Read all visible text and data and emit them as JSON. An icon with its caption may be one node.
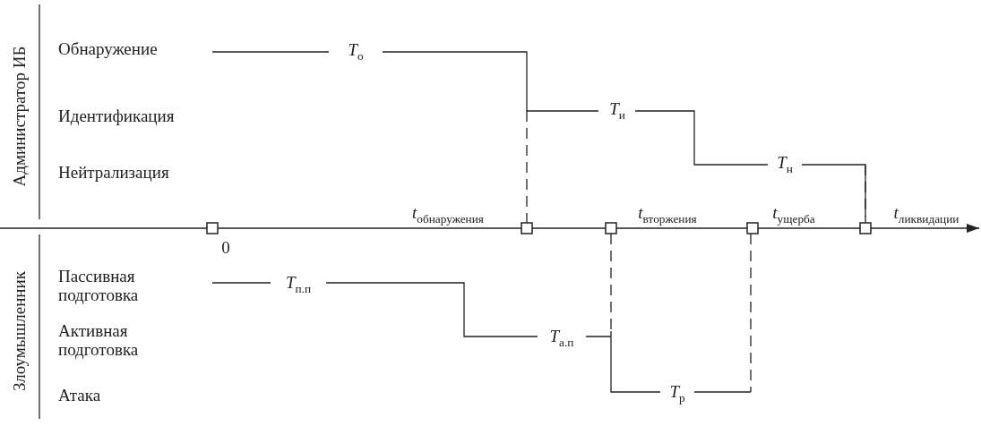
{
  "diagram": {
    "labels": [
      "Администратор ИБ",
      "Обнаружение",
      "Идентификация",
      "Нейтрализация",
      "*T*$_{о}$",
      "*T*$_{и}$",
      "*T*$_{н}$",
      "*t*$_{обнаружения}$",
      "*t*$_{вторжения}$",
      "*t*$_{ущерба}$",
      "*t*$_{ликвидации}$",
      "0",
      "Злоумышленник",
      "Пассивная подготовка",
      "*T*$_{п.п}$",
      "Активная подготовка",
      "*T*$_{а.п}$",
      "Атака",
      "*T*$_{р}$"
    ]
  }
}
